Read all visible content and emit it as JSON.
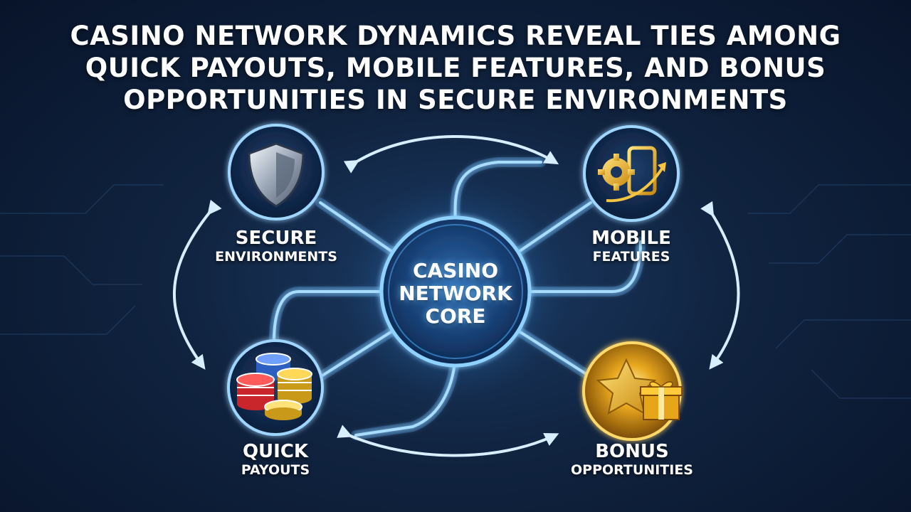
{
  "title": {
    "line1": "CASINO NETWORK DYNAMICS REVEAL TIES AMONG",
    "line2": "QUICK PAYOUTS, MOBILE FEATURES, AND BONUS",
    "line3": "OPPORTUNITIES IN SECURE ENVIRONMENTS"
  },
  "core": {
    "line1": "CASINO",
    "line2": "NETWORK",
    "line3": "CORE"
  },
  "nodes": {
    "secure": {
      "line1": "SECURE",
      "line2": "ENVIRONMENTS",
      "icon": "shield-icon"
    },
    "mobile": {
      "line1": "MOBILE",
      "line2": "FEATURES",
      "icon": "gear-phone-icon"
    },
    "payouts": {
      "line1": "QUICK",
      "line2": "PAYOUTS",
      "icon": "casino-chips-icon"
    },
    "bonus": {
      "line1": "BONUS",
      "line2": "OPPORTUNITIES",
      "icon": "star-gift-icon"
    }
  },
  "colors": {
    "background": "#10233f",
    "connector": "#6cc4ff",
    "gold": "#f5c542",
    "text": "#ffffff"
  }
}
